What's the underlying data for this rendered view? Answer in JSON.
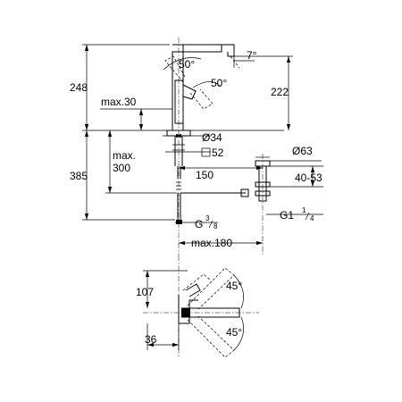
{
  "dimensions": {
    "d_248": "248",
    "d_222": "222",
    "d_max30": "max.30",
    "d_max_label": "max.",
    "d_300": "300",
    "d_385": "385",
    "d_50_top": "50°",
    "d_50_side": "50°",
    "d_7": "7°",
    "d_dia34": "Ø34",
    "d_sq52": "52",
    "d_150": "150",
    "d_dia63": "Ø63",
    "d_40_53": "40-53",
    "d_g1": "G1",
    "d_g1_num": "1",
    "d_g1_den": "4",
    "d_g": "G",
    "d_g_num": "3",
    "d_g_den": "8",
    "d_max180": "max.180",
    "d_107": "107",
    "d_36": "36",
    "d_45_top": "45°",
    "d_45_bot": "45°"
  }
}
